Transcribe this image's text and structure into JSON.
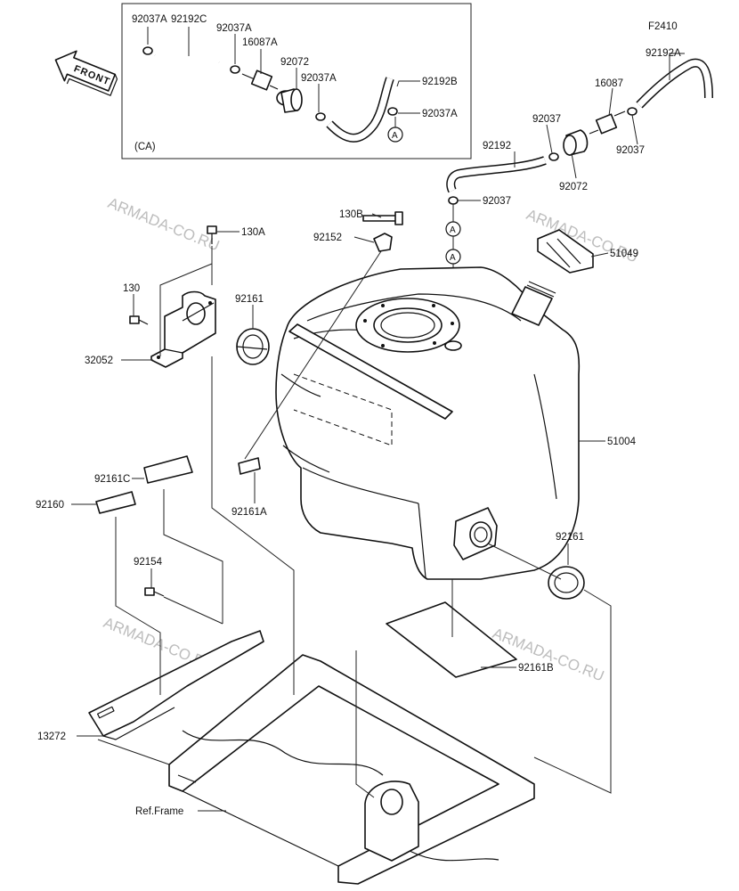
{
  "figure_code": "F2410",
  "direction_label": "FRONT",
  "inset_label": "(CA)",
  "ref_marker": "A",
  "watermark": "ARMADA-CO.RU",
  "parts": [
    "92037A",
    "92192C",
    "92037A",
    "16087A",
    "92072",
    "92037A",
    "92192B",
    "92037A",
    "92192A",
    "16087",
    "92037",
    "92037",
    "92192",
    "92072",
    "92037",
    "130B",
    "130A",
    "92152",
    "51049",
    "130",
    "92161",
    "32052",
    "51004",
    "92161A",
    "92161C",
    "92160",
    "92154",
    "92161",
    "92161B",
    "13272",
    "Ref.Frame"
  ]
}
